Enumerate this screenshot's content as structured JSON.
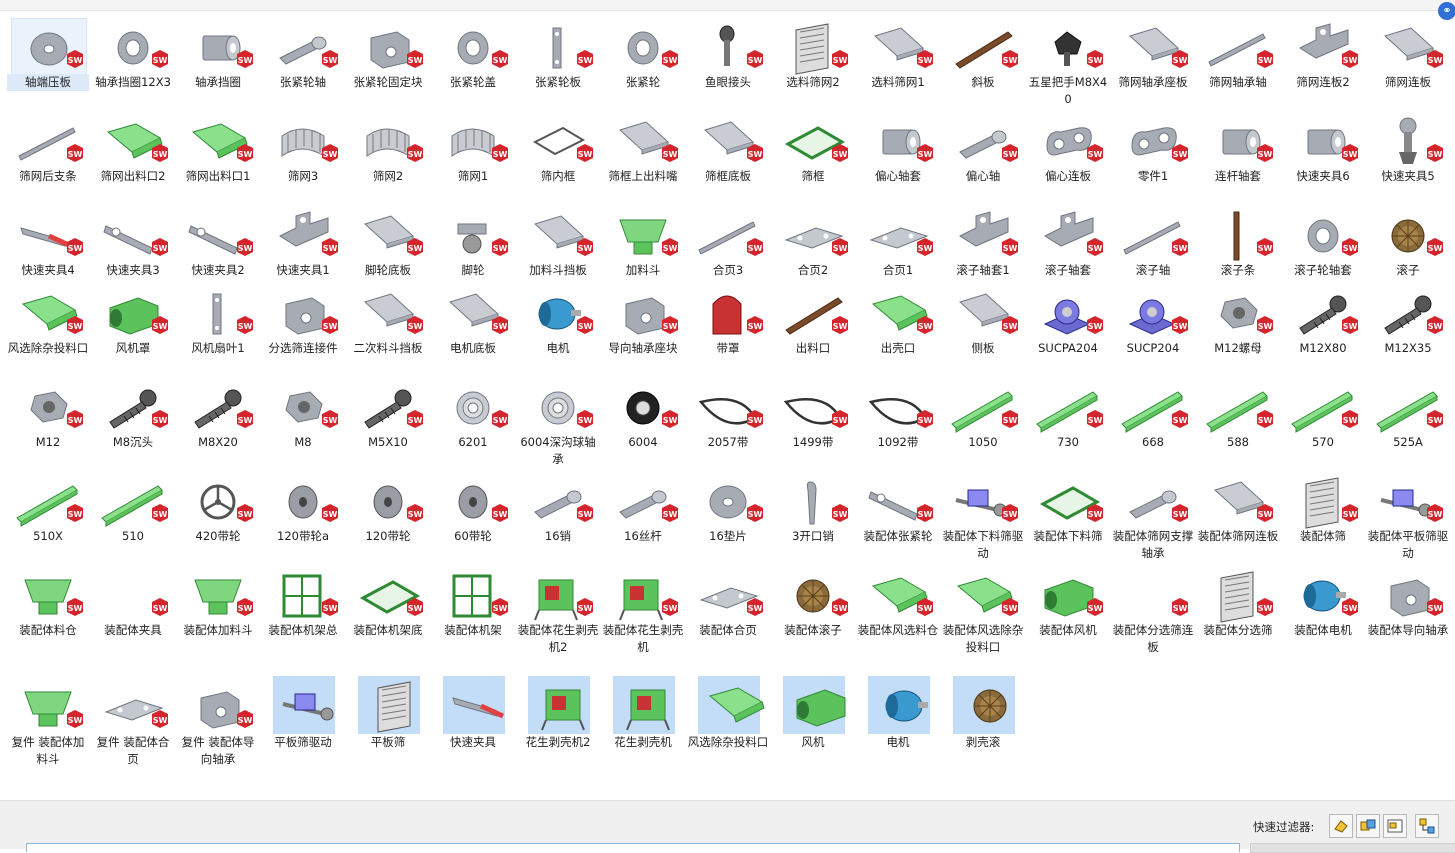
{
  "corner_button": {
    "icon": "link-icon"
  },
  "colors": {
    "sw_red": "#d4252c",
    "part_grey": "#9ea3ac",
    "green": "#5cc35c",
    "asm_bg": "#c3dcf7"
  },
  "rows": [
    [
      {
        "label": "轴端压板",
        "kind": "washer",
        "selected": true
      },
      {
        "label": "轴承挡圈12X3",
        "kind": "ring"
      },
      {
        "label": "轴承挡圈",
        "kind": "cylinder"
      },
      {
        "label": "张紧轮轴",
        "kind": "shaft"
      },
      {
        "label": "张紧轮固定块",
        "kind": "block"
      },
      {
        "label": "张紧轮盖",
        "kind": "ring"
      },
      {
        "label": "张紧轮板",
        "kind": "bar"
      },
      {
        "label": "张紧轮",
        "kind": "ring"
      },
      {
        "label": "鱼眼接头",
        "kind": "rodend"
      },
      {
        "label": "选料筛网2",
        "kind": "mesh"
      },
      {
        "label": "选料筛网1",
        "kind": "plate"
      },
      {
        "label": "斜板",
        "kind": "slant"
      },
      {
        "label": "五星把手M8X40",
        "kind": "knob"
      },
      {
        "label": "筛网轴承座板",
        "kind": "plate"
      },
      {
        "label": "筛网轴承轴",
        "kind": "rod"
      },
      {
        "label": "筛网连板2",
        "kind": "bracket"
      },
      {
        "label": "筛网连板",
        "kind": "plate"
      }
    ],
    [
      {
        "label": "筛网后支条",
        "kind": "rod"
      },
      {
        "label": "筛网出料口2",
        "kind": "greenchute"
      },
      {
        "label": "筛网出料口1",
        "kind": "greenchute"
      },
      {
        "label": "筛网3",
        "kind": "drum"
      },
      {
        "label": "筛网2",
        "kind": "drum"
      },
      {
        "label": "筛网1",
        "kind": "drum"
      },
      {
        "label": "筛内框",
        "kind": "frame"
      },
      {
        "label": "筛框上出料嘴",
        "kind": "plate"
      },
      {
        "label": "筛框底板",
        "kind": "plate"
      },
      {
        "label": "筛框",
        "kind": "greenframe"
      },
      {
        "label": "偏心轴套",
        "kind": "cylinder"
      },
      {
        "label": "偏心轴",
        "kind": "shaft"
      },
      {
        "label": "偏心连板",
        "kind": "link"
      },
      {
        "label": "零件1",
        "kind": "link"
      },
      {
        "label": "连杆轴套",
        "kind": "cylinder"
      },
      {
        "label": "快速夹具6",
        "kind": "cylinder"
      },
      {
        "label": "快速夹具5",
        "kind": "spindle"
      }
    ],
    [
      {
        "label": "快速夹具4",
        "kind": "clamp"
      },
      {
        "label": "快速夹具3",
        "kind": "lever"
      },
      {
        "label": "快速夹具2",
        "kind": "lever"
      },
      {
        "label": "快速夹具1",
        "kind": "bracket"
      },
      {
        "label": "脚轮底板",
        "kind": "plate"
      },
      {
        "label": "脚轮",
        "kind": "caster"
      },
      {
        "label": "加料斗挡板",
        "kind": "plate"
      },
      {
        "label": "加料斗",
        "kind": "hopper"
      },
      {
        "label": "合页3",
        "kind": "rod"
      },
      {
        "label": "合页2",
        "kind": "hinge"
      },
      {
        "label": "合页1",
        "kind": "hinge"
      },
      {
        "label": "滚子轴套1",
        "kind": "bracket"
      },
      {
        "label": "滚子轴套",
        "kind": "bracket"
      },
      {
        "label": "滚子轴",
        "kind": "rod"
      },
      {
        "label": "滚子条",
        "kind": "stick"
      },
      {
        "label": "滚子轮轴套",
        "kind": "ring"
      },
      {
        "label": "滚子",
        "kind": "gear"
      }
    ],
    [
      {
        "label": "风选除杂投料口",
        "kind": "greenchute"
      },
      {
        "label": "风机罩",
        "kind": "greenbox"
      },
      {
        "label": "风机扇叶1",
        "kind": "bar"
      },
      {
        "label": "分选筛连接件",
        "kind": "block"
      },
      {
        "label": "二次料斗挡板",
        "kind": "plate"
      },
      {
        "label": "电机底板",
        "kind": "plate"
      },
      {
        "label": "电机",
        "kind": "motor"
      },
      {
        "label": "导向轴承座块",
        "kind": "block"
      },
      {
        "label": "带罩",
        "kind": "redcover"
      },
      {
        "label": "出料口",
        "kind": "slant"
      },
      {
        "label": "出壳口",
        "kind": "greenchute"
      },
      {
        "label": "侧板",
        "kind": "plate"
      },
      {
        "label": "SUCPA204",
        "kind": "bearing"
      },
      {
        "label": "SUCP204",
        "kind": "bearing"
      },
      {
        "label": "M12螺母",
        "kind": "nut"
      },
      {
        "label": "M12X80",
        "kind": "bolt"
      },
      {
        "label": "M12X35",
        "kind": "bolt"
      }
    ],
    [
      {
        "label": "M12",
        "kind": "nut"
      },
      {
        "label": "M8沉头",
        "kind": "bolt"
      },
      {
        "label": "M8X20",
        "kind": "bolt"
      },
      {
        "label": "M8",
        "kind": "nut"
      },
      {
        "label": "M5X10",
        "kind": "bolt"
      },
      {
        "label": "6201",
        "kind": "ballbearing"
      },
      {
        "label": "6004深沟球轴承",
        "kind": "ballbearing"
      },
      {
        "label": "6004",
        "kind": "blackbearing"
      },
      {
        "label": "2057带",
        "kind": "belt"
      },
      {
        "label": "1499带",
        "kind": "belt"
      },
      {
        "label": "1092带",
        "kind": "belt"
      },
      {
        "label": "1050",
        "kind": "greenrail"
      },
      {
        "label": "730",
        "kind": "greenrail"
      },
      {
        "label": "668",
        "kind": "greenrail"
      },
      {
        "label": "588",
        "kind": "greenrail"
      },
      {
        "label": "570",
        "kind": "greenrail"
      },
      {
        "label": "525A",
        "kind": "greenrail"
      }
    ],
    [
      {
        "label": "510X",
        "kind": "greenrail"
      },
      {
        "label": "510",
        "kind": "greenrail"
      },
      {
        "label": "420带轮",
        "kind": "wheel"
      },
      {
        "label": "120带轮a",
        "kind": "pulley"
      },
      {
        "label": "120带轮",
        "kind": "pulley"
      },
      {
        "label": "60带轮",
        "kind": "pulley"
      },
      {
        "label": "16销",
        "kind": "shaft"
      },
      {
        "label": "16丝杆",
        "kind": "shaft"
      },
      {
        "label": "16垫片",
        "kind": "washer"
      },
      {
        "label": "3开口销",
        "kind": "pin"
      },
      {
        "label": "装配体张紧轮",
        "kind": "lever"
      },
      {
        "label": "装配体下料筛驱动",
        "kind": "assembly"
      },
      {
        "label": "装配体下料筛",
        "kind": "greenframe"
      },
      {
        "label": "装配体筛网支撑轴承",
        "kind": "shaft"
      },
      {
        "label": "装配体筛网连板",
        "kind": "plate"
      },
      {
        "label": "装配体筛",
        "kind": "mesh"
      },
      {
        "label": "装配体平板筛驱动",
        "kind": "assembly"
      }
    ],
    [
      {
        "label": "装配体料仓",
        "kind": "hopper"
      },
      {
        "label": "装配体夹具",
        "kind": "none"
      },
      {
        "label": "装配体加料斗",
        "kind": "hopper"
      },
      {
        "label": "装配体机架总",
        "kind": "machineframe"
      },
      {
        "label": "装配体机架底",
        "kind": "greenframe"
      },
      {
        "label": "装配体机架",
        "kind": "machineframe"
      },
      {
        "label": "装配体花生剥壳机2",
        "kind": "machine"
      },
      {
        "label": "装配体花生剥壳机",
        "kind": "machine"
      },
      {
        "label": "装配体合页",
        "kind": "hinge"
      },
      {
        "label": "装配体滚子",
        "kind": "gear"
      },
      {
        "label": "装配体风选料仓",
        "kind": "greenchute"
      },
      {
        "label": "装配体风选除杂投料口",
        "kind": "greenchute"
      },
      {
        "label": "装配体风机",
        "kind": "greenbox"
      },
      {
        "label": "装配体分选筛连板",
        "kind": "none"
      },
      {
        "label": "装配体分选筛",
        "kind": "mesh"
      },
      {
        "label": "装配体电机",
        "kind": "motor"
      },
      {
        "label": "装配体导向轴承",
        "kind": "block"
      }
    ],
    [
      {
        "label": "复件 装配体加料斗",
        "kind": "hopper"
      },
      {
        "label": "复件 装配体合页",
        "kind": "hinge"
      },
      {
        "label": "复件 装配体导向轴承",
        "kind": "block"
      },
      {
        "label": "平板筛驱动",
        "kind": "assembly",
        "asm": true
      },
      {
        "label": "平板筛",
        "kind": "mesh",
        "asm": true
      },
      {
        "label": "快速夹具",
        "kind": "clamp",
        "asm": true
      },
      {
        "label": "花生剥壳机2",
        "kind": "machine",
        "asm": true
      },
      {
        "label": "花生剥壳机",
        "kind": "machine",
        "asm": true
      },
      {
        "label": "风选除杂投料口",
        "kind": "greenchute",
        "asm": true
      },
      {
        "label": "风机",
        "kind": "greenbox",
        "asm": true
      },
      {
        "label": "电机",
        "kind": "motor",
        "asm": true
      },
      {
        "label": "剥壳滚",
        "kind": "gear",
        "asm": true
      }
    ]
  ],
  "bottom": {
    "filter_label": "快速过滤器:",
    "filters": [
      "filter-parts-icon",
      "filter-assemblies-icon",
      "filter-drawings-icon",
      "filter-top-level-icon"
    ]
  }
}
